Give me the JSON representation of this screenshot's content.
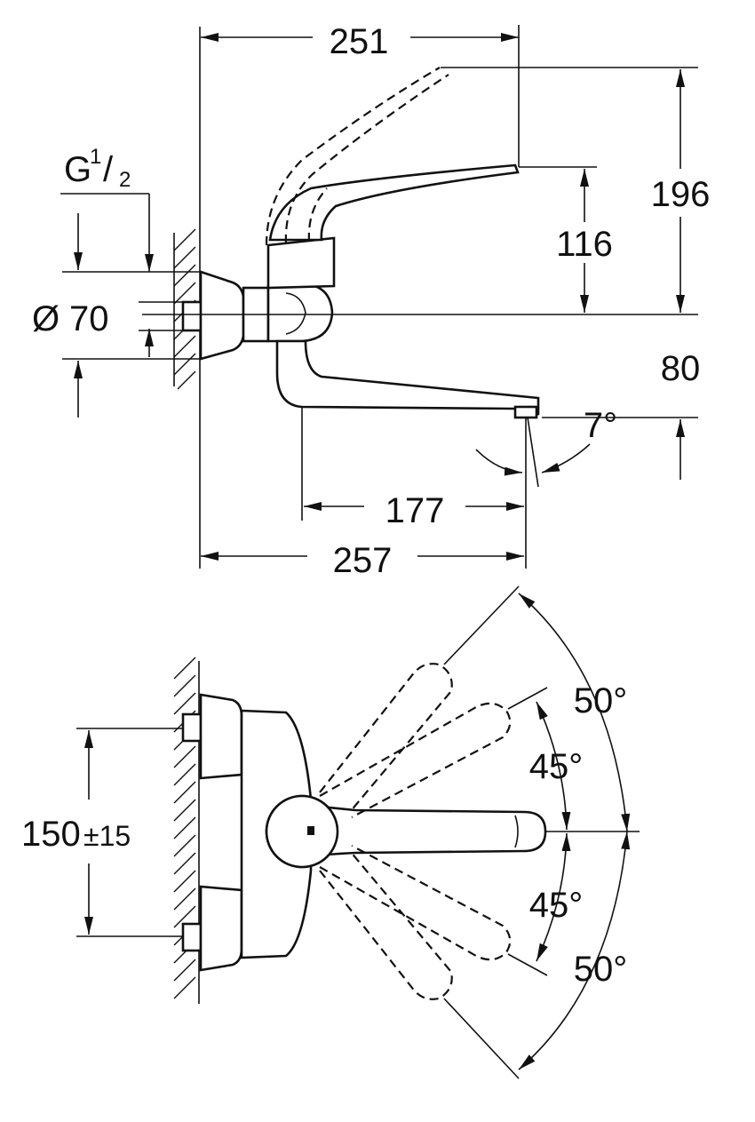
{
  "side_view": {
    "dim_251": "251",
    "dim_196": "196",
    "dim_116": "116",
    "dim_80": "80",
    "dim_177": "177",
    "dim_257": "257",
    "dim_7deg": "7°",
    "thread_G": "G",
    "thread_num": "1",
    "thread_slash": "/",
    "thread_den": "2",
    "diameter_symbol": "Ø",
    "diameter_value": "70"
  },
  "top_view": {
    "spacing": "150",
    "spacing_tol": "±15",
    "angle_50_top": "50°",
    "angle_45_top": "45°",
    "angle_45_bottom": "45°",
    "angle_50_bottom": "50°"
  }
}
